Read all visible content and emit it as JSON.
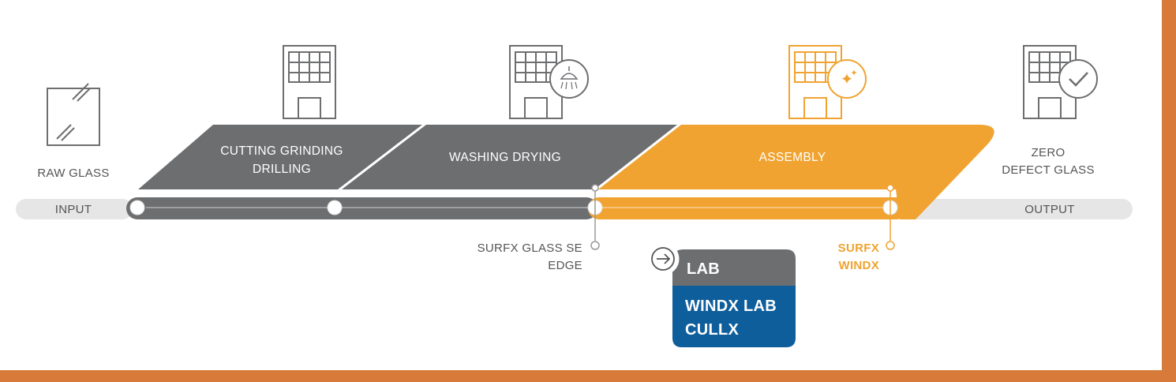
{
  "diagram": {
    "input": {
      "caption": "RAW GLASS",
      "pill": "INPUT"
    },
    "output": {
      "caption_line1": "ZERO",
      "caption_line2": "DEFECT GLASS",
      "pill": "OUTPUT"
    },
    "stages": [
      {
        "line1": "CUTTING GRINDING",
        "line2": "DRILLING"
      },
      {
        "line1": "WASHING DRYING"
      },
      {
        "line1": "ASSEMBLY"
      }
    ],
    "checkpoints": [
      {
        "line1": "SURFX GLASS SE",
        "line2": "EDGE"
      },
      {
        "line1": "SURFX",
        "line2": "WINDX"
      }
    ],
    "lab_box": {
      "header": "LAB",
      "line1": "WINDX LAB",
      "line2": "CULLX"
    }
  },
  "colors": {
    "gray": "#6d6e70",
    "orange": "#f0a330",
    "blue": "#0f5e9c",
    "pill": "#e6e6e6",
    "frame": "#d87b3a"
  }
}
